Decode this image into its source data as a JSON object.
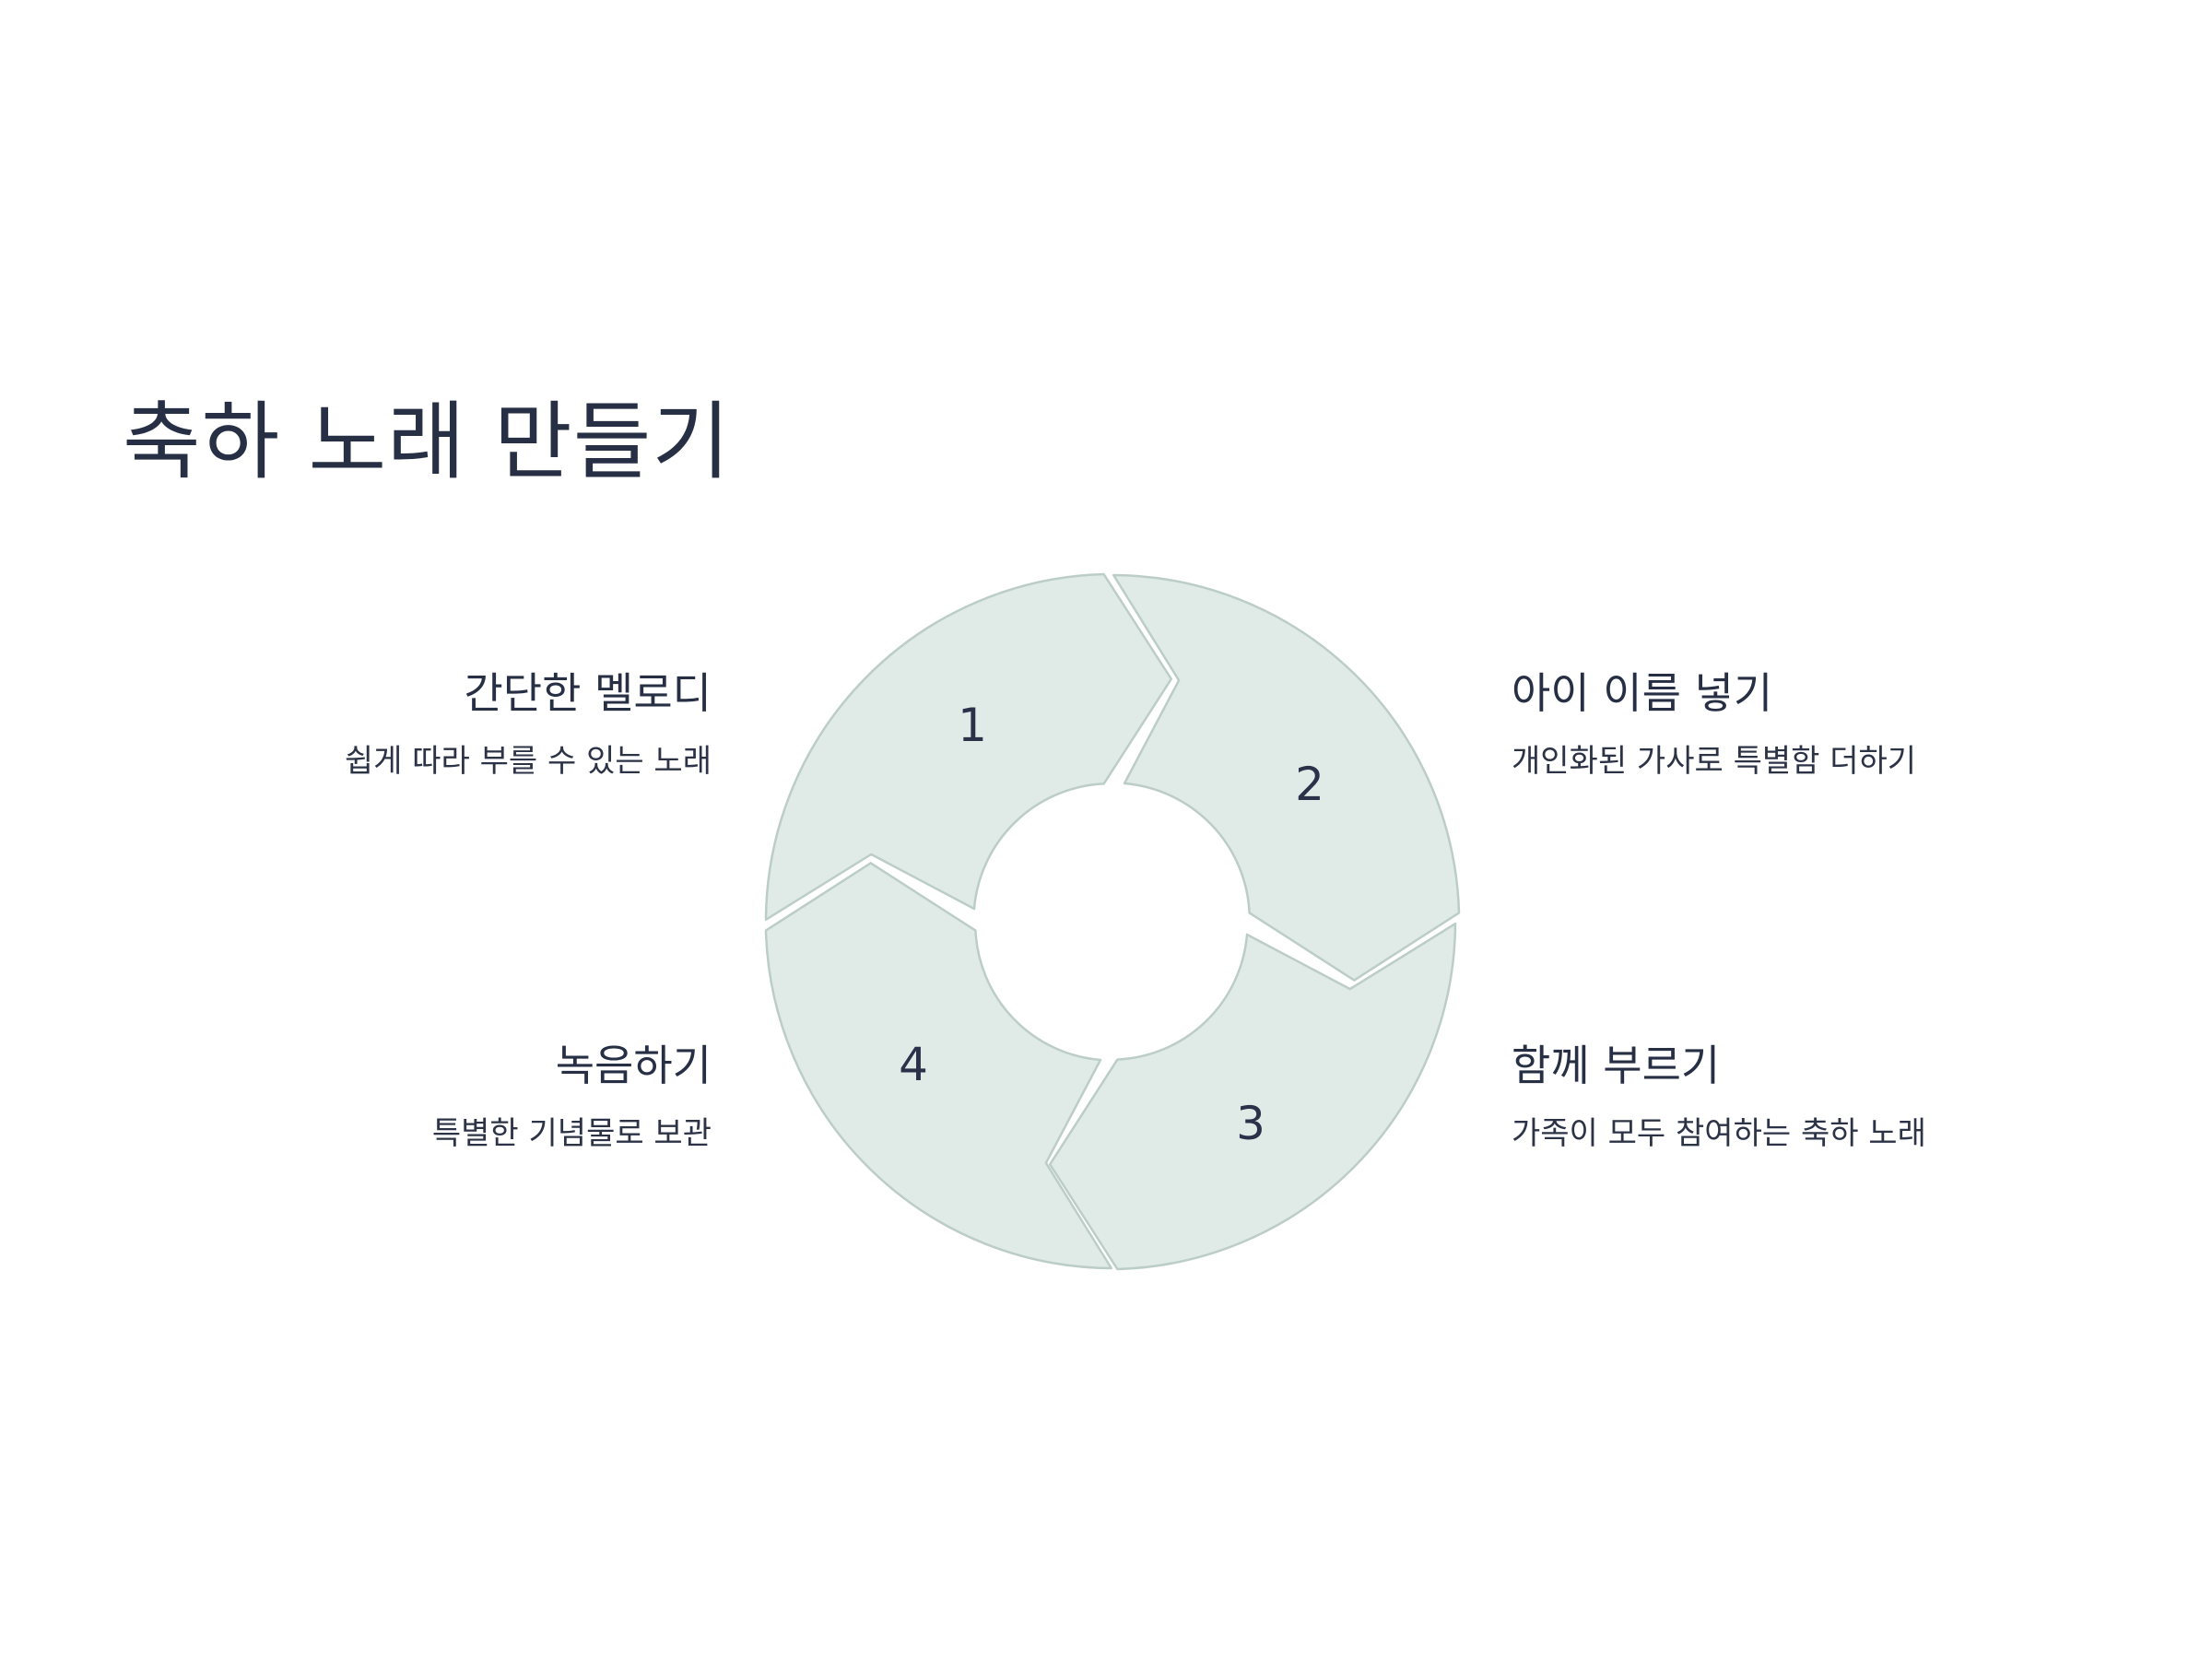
{
  "title": "축하 노래 만들기",
  "colors": {
    "segment_fill": "#e0ebe8",
    "segment_stroke": "#bccdc8",
    "text": "#272f45"
  },
  "steps": [
    {
      "number": "1",
      "title": "간단한 멜로디",
      "description": "쉽게 따라 부를 수 있는 노래"
    },
    {
      "number": "2",
      "title": "아이 이름 넣기",
      "description": "개인화된 가사로 특별함 더하기"
    },
    {
      "number": "3",
      "title": "함께 부르기",
      "description": "가족이 모두 참여하는 축하 노래"
    },
    {
      "number": "4",
      "title": "녹음하기",
      "description": "특별한 기념물로 보관"
    }
  ]
}
